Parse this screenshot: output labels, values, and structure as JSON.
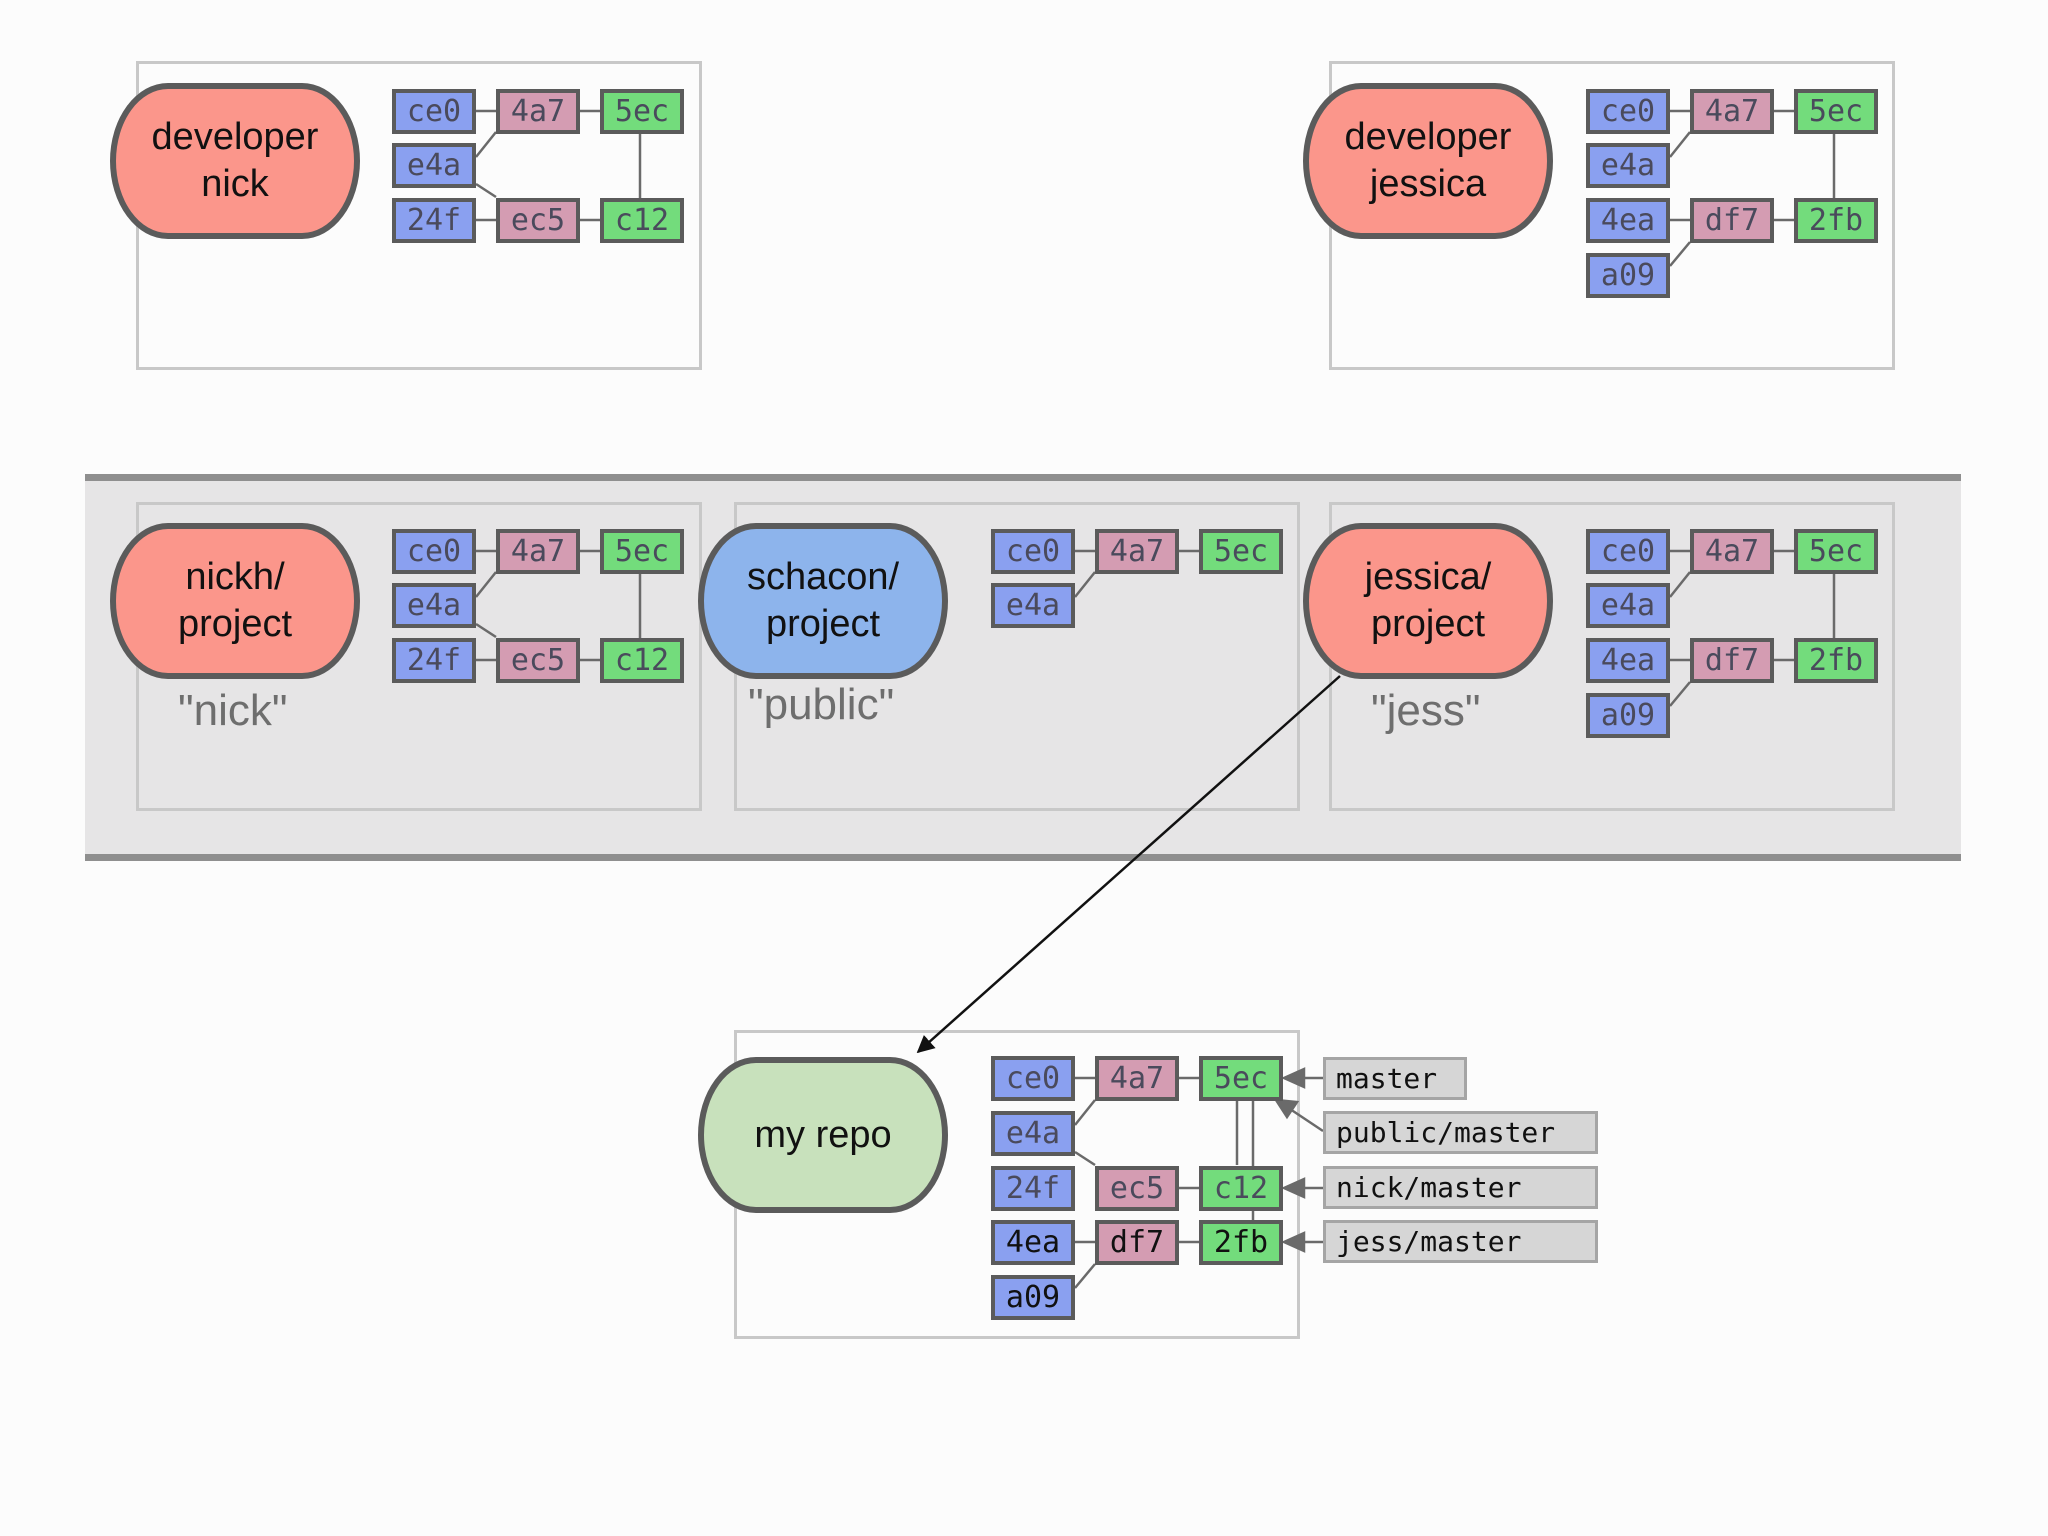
{
  "repositories": {
    "developer_nick": {
      "label": "developer\nnick"
    },
    "developer_jessica": {
      "label": "developer\njessica"
    },
    "nickh_project": {
      "label": "nickh/\nproject",
      "remote_alias": "\"nick\""
    },
    "schacon_project": {
      "label": "schacon/\nproject",
      "remote_alias": "\"public\""
    },
    "jessica_project": {
      "label": "jessica/\nproject",
      "remote_alias": "\"jess\""
    },
    "my_repo": {
      "label": "my repo"
    }
  },
  "commits": {
    "ce0": "ce0",
    "4a7": "4a7",
    "5ec": "5ec",
    "e4a": "e4a",
    "24f": "24f",
    "ec5": "ec5",
    "c12": "c12",
    "4ea": "4ea",
    "df7": "df7",
    "2fb": "2fb",
    "a09": "a09"
  },
  "refs": {
    "master": "master",
    "public_master": "public/master",
    "nick_master": "nick/master",
    "jess_master": "jess/master"
  },
  "colors": {
    "developer_node": "#fb968b",
    "public_node": "#8db4ec",
    "my_repo_node": "#c8e1bc",
    "commit_blue": "#8aa0f0",
    "commit_pink": "#d49cb2",
    "commit_green": "#73dc7c",
    "ref_label": "#d6d6d6",
    "hosting_band": "#e6e5e6"
  }
}
